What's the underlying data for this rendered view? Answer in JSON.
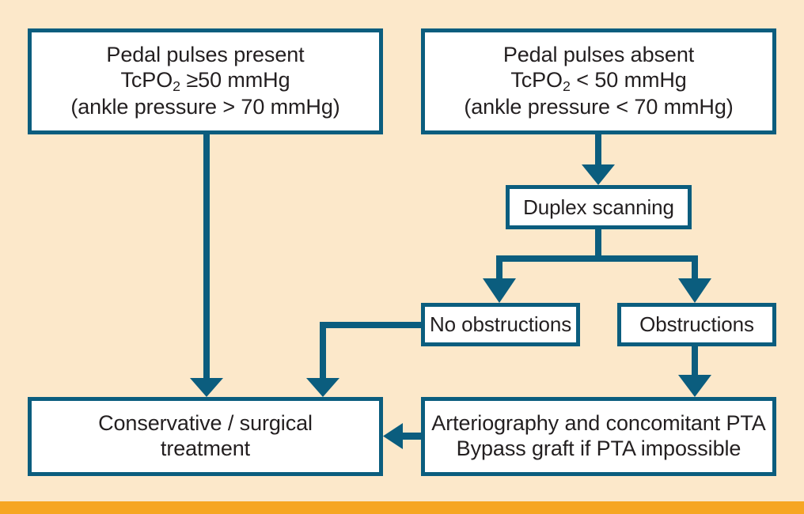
{
  "figure": {
    "type": "flowchart",
    "background_color": "#FCE8CA",
    "accent_color": "#0B5D7E",
    "footer_bar_color": "#F6A623",
    "box_fill": "#FFFFFF",
    "text_color": "#231F20"
  },
  "nodes": {
    "pulses_present": {
      "id": "pulses-present",
      "line1": "Pedal pulses present",
      "line2_pre": "TcPO",
      "line2_sub": "2",
      "line2_post": " ≥50 mmHg",
      "line3": "(ankle pressure > 70 mmHg)"
    },
    "pulses_absent": {
      "id": "pulses-absent",
      "line1": "Pedal pulses absent",
      "line2_pre": "TcPO",
      "line2_sub": "2",
      "line2_post": " < 50 mmHg",
      "line3": "(ankle pressure < 70 mmHg)"
    },
    "duplex": {
      "id": "duplex-scanning",
      "label": "Duplex scanning"
    },
    "no_obstructions": {
      "id": "no-obstructions",
      "label": "No obstructions"
    },
    "obstructions": {
      "id": "obstructions",
      "label": "Obstructions"
    },
    "treatment": {
      "id": "conservative-surgical-treatment",
      "line1": "Conservative / surgical",
      "line2": "treatment"
    },
    "arteriography": {
      "id": "arteriography-pta",
      "line1": "Arteriography and concomitant PTA",
      "line2": "Bypass graft if PTA impossible"
    }
  },
  "edges": [
    {
      "from": "pulses_present",
      "to": "treatment",
      "style": "straight-down-arrow"
    },
    {
      "from": "pulses_absent",
      "to": "duplex",
      "style": "straight-down-arrow"
    },
    {
      "from": "duplex",
      "to": "no_obstructions",
      "style": "split-left-arrow"
    },
    {
      "from": "duplex",
      "to": "obstructions",
      "style": "split-right-arrow"
    },
    {
      "from": "no_obstructions",
      "to": "treatment",
      "style": "elbow-left-down-arrow"
    },
    {
      "from": "obstructions",
      "to": "arteriography",
      "style": "straight-down-arrow"
    },
    {
      "from": "arteriography",
      "to": "treatment",
      "style": "horizontal-left-arrow"
    }
  ]
}
